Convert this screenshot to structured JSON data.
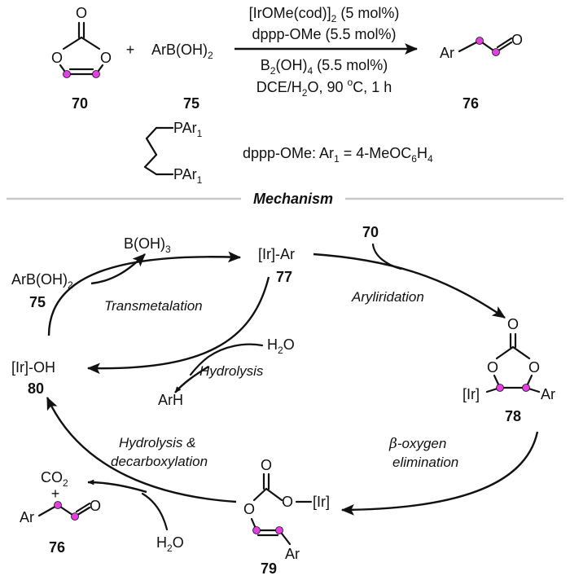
{
  "reaction": {
    "reagent_line1_pre": "[IrOMe(cod)]",
    "reagent_line1_sub": "2",
    "reagent_line1_post": " (5 mol%)",
    "reagent_line2": "dppp-OMe (5.5 mol%)",
    "reagent_line3_pre": "B",
    "reagent_line3_sub1": "2",
    "reagent_line3_mid": "(OH)",
    "reagent_line3_sub2": "4",
    "reagent_line3_post": " (5.5 mol%)",
    "reagent_line4_pre": "DCE/H",
    "reagent_line4_sub": "2",
    "reagent_line4_mid": "O, 90 ",
    "reagent_line4_sup": "o",
    "reagent_line4_post": "C, 1 h",
    "plus": "+",
    "boronic_pre": "ArB(OH)",
    "boronic_sub": "2",
    "cmpd70": "70",
    "cmpd75": "75",
    "cmpd76": "76",
    "prod_ar": "Ar",
    "prod_o": "O",
    "carbonate_o_top": "O",
    "carbonate_o_left": "O",
    "carbonate_o_right": "O"
  },
  "ligand": {
    "pa_top": "PAr",
    "pa_top_sub": "1",
    "pa_bot": "PAr",
    "pa_bot_sub": "1",
    "def_pre": "dppp-OMe: Ar",
    "def_sub1": "1",
    "def_mid": " = 4-MeOC",
    "def_sub2": "6",
    "def_h": "H",
    "def_sub3": "4"
  },
  "mechanism": {
    "header": "Mechanism",
    "boh3_pre": "B(OH)",
    "boh3_sub": "3",
    "ir_ar": "[Ir]-Ar",
    "c77": "77",
    "c70": "70",
    "arb_pre": "ArB(OH)",
    "arb_sub": "2",
    "c75": "75",
    "transmetalation": "Transmetalation",
    "aryliridation": "Aryliridation",
    "h2o_pre": "H",
    "h2o_sub": "2",
    "h2o_post": "O",
    "ir_oh": "[Ir]-OH",
    "hydrolysis": "Hydrolysis",
    "c80": "80",
    "arh": "ArH",
    "m78_o_top": "O",
    "m78_o_left": "O",
    "m78_o_right": "O",
    "m78_ir": "[Ir]",
    "m78_ar": "Ar",
    "c78": "78",
    "hydrolysis_decarb_1": "Hydrolysis &",
    "hydrolysis_decarb_2": "decarboxylation",
    "beta": "β",
    "beta_rest": "-oxygen",
    "elimination": "elimination",
    "co2_pre": "CO",
    "co2_sub": "2",
    "plus": "+",
    "p_ar": "Ar",
    "p_o": "O",
    "c76": "76",
    "h2o2_pre": "H",
    "h2o2_sub": "2",
    "h2o2_post": "O",
    "m79_o_top": "O",
    "m79_o_left": "O",
    "m79_o_ir": "O",
    "m79_ir": "[Ir]",
    "m79_ar": "Ar",
    "c79": "79"
  },
  "colors": {
    "highlight": "#e040e0",
    "divider": "#c8c8c8",
    "ink": "#111111"
  }
}
